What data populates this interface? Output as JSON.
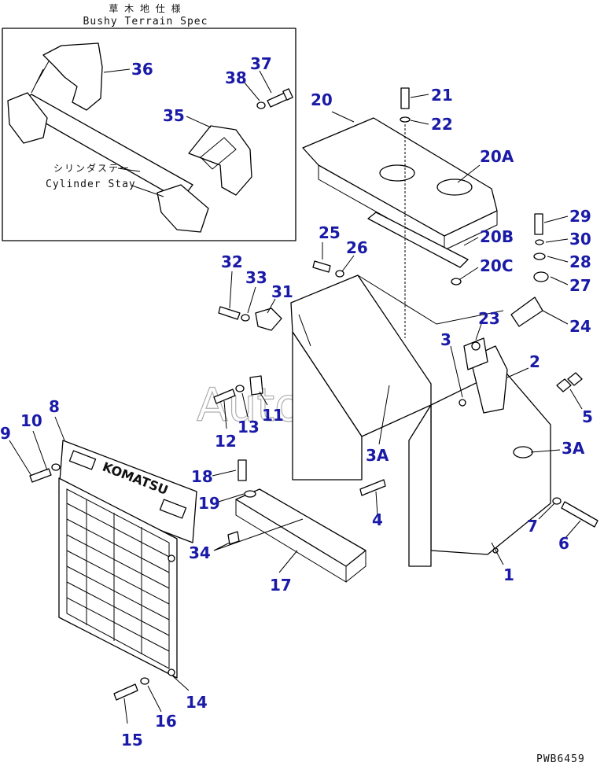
{
  "inset": {
    "title_jp": "草 木 地 仕 様",
    "title_en": "Bushy Terrain Spec",
    "cylinder_stay_jp": "シリンダステー",
    "cylinder_stay_en": "Cylinder Stay"
  },
  "watermark": "AutoSoft",
  "panel_brand": "KOMATSU",
  "drawing_code": "PWB6459",
  "callouts": [
    "1",
    "2",
    "3",
    "3A",
    "3A",
    "4",
    "5",
    "6",
    "7",
    "8",
    "9",
    "10",
    "11",
    "12",
    "13",
    "14",
    "15",
    "16",
    "17",
    "18",
    "19",
    "20",
    "20A",
    "20B",
    "20C",
    "21",
    "22",
    "23",
    "24",
    "25",
    "26",
    "27",
    "28",
    "29",
    "30",
    "31",
    "32",
    "33",
    "34",
    "35",
    "36",
    "37",
    "38"
  ],
  "colors": {
    "callout": "#1a1aa8",
    "line": "#000000",
    "watermark": "#9a9a9a"
  }
}
